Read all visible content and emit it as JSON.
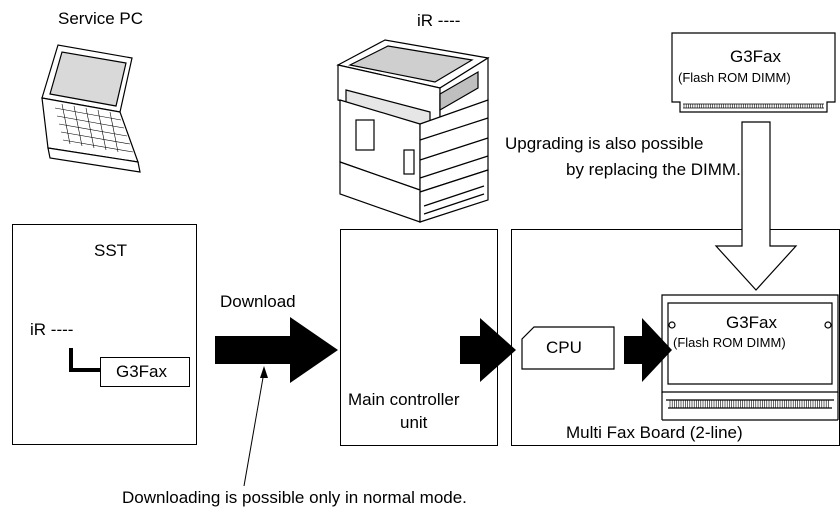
{
  "labels": {
    "service_pc": "Service PC",
    "printer": "iR ----",
    "upgrade_note_line1": "Upgrading is also possible",
    "upgrade_note_line2": "by replacing the DIMM.",
    "sst": "SST",
    "tree_root": "iR ----",
    "tree_child": "G3Fax",
    "download": "Download",
    "main_controller_line1": "Main controller",
    "main_controller_line2": "unit",
    "cpu": "CPU",
    "multi_fax_board": "Multi Fax Board (2-line)",
    "footnote": "Downloading is possible only in normal mode."
  },
  "dimm_top": {
    "title": "G3Fax",
    "subtitle": "(Flash ROM DIMM)"
  },
  "dimm_board": {
    "title": "G3Fax",
    "subtitle": "(Flash ROM DIMM)"
  },
  "colors": {
    "stroke": "#000000",
    "background": "#ffffff",
    "arrow_fill": "#000000"
  }
}
